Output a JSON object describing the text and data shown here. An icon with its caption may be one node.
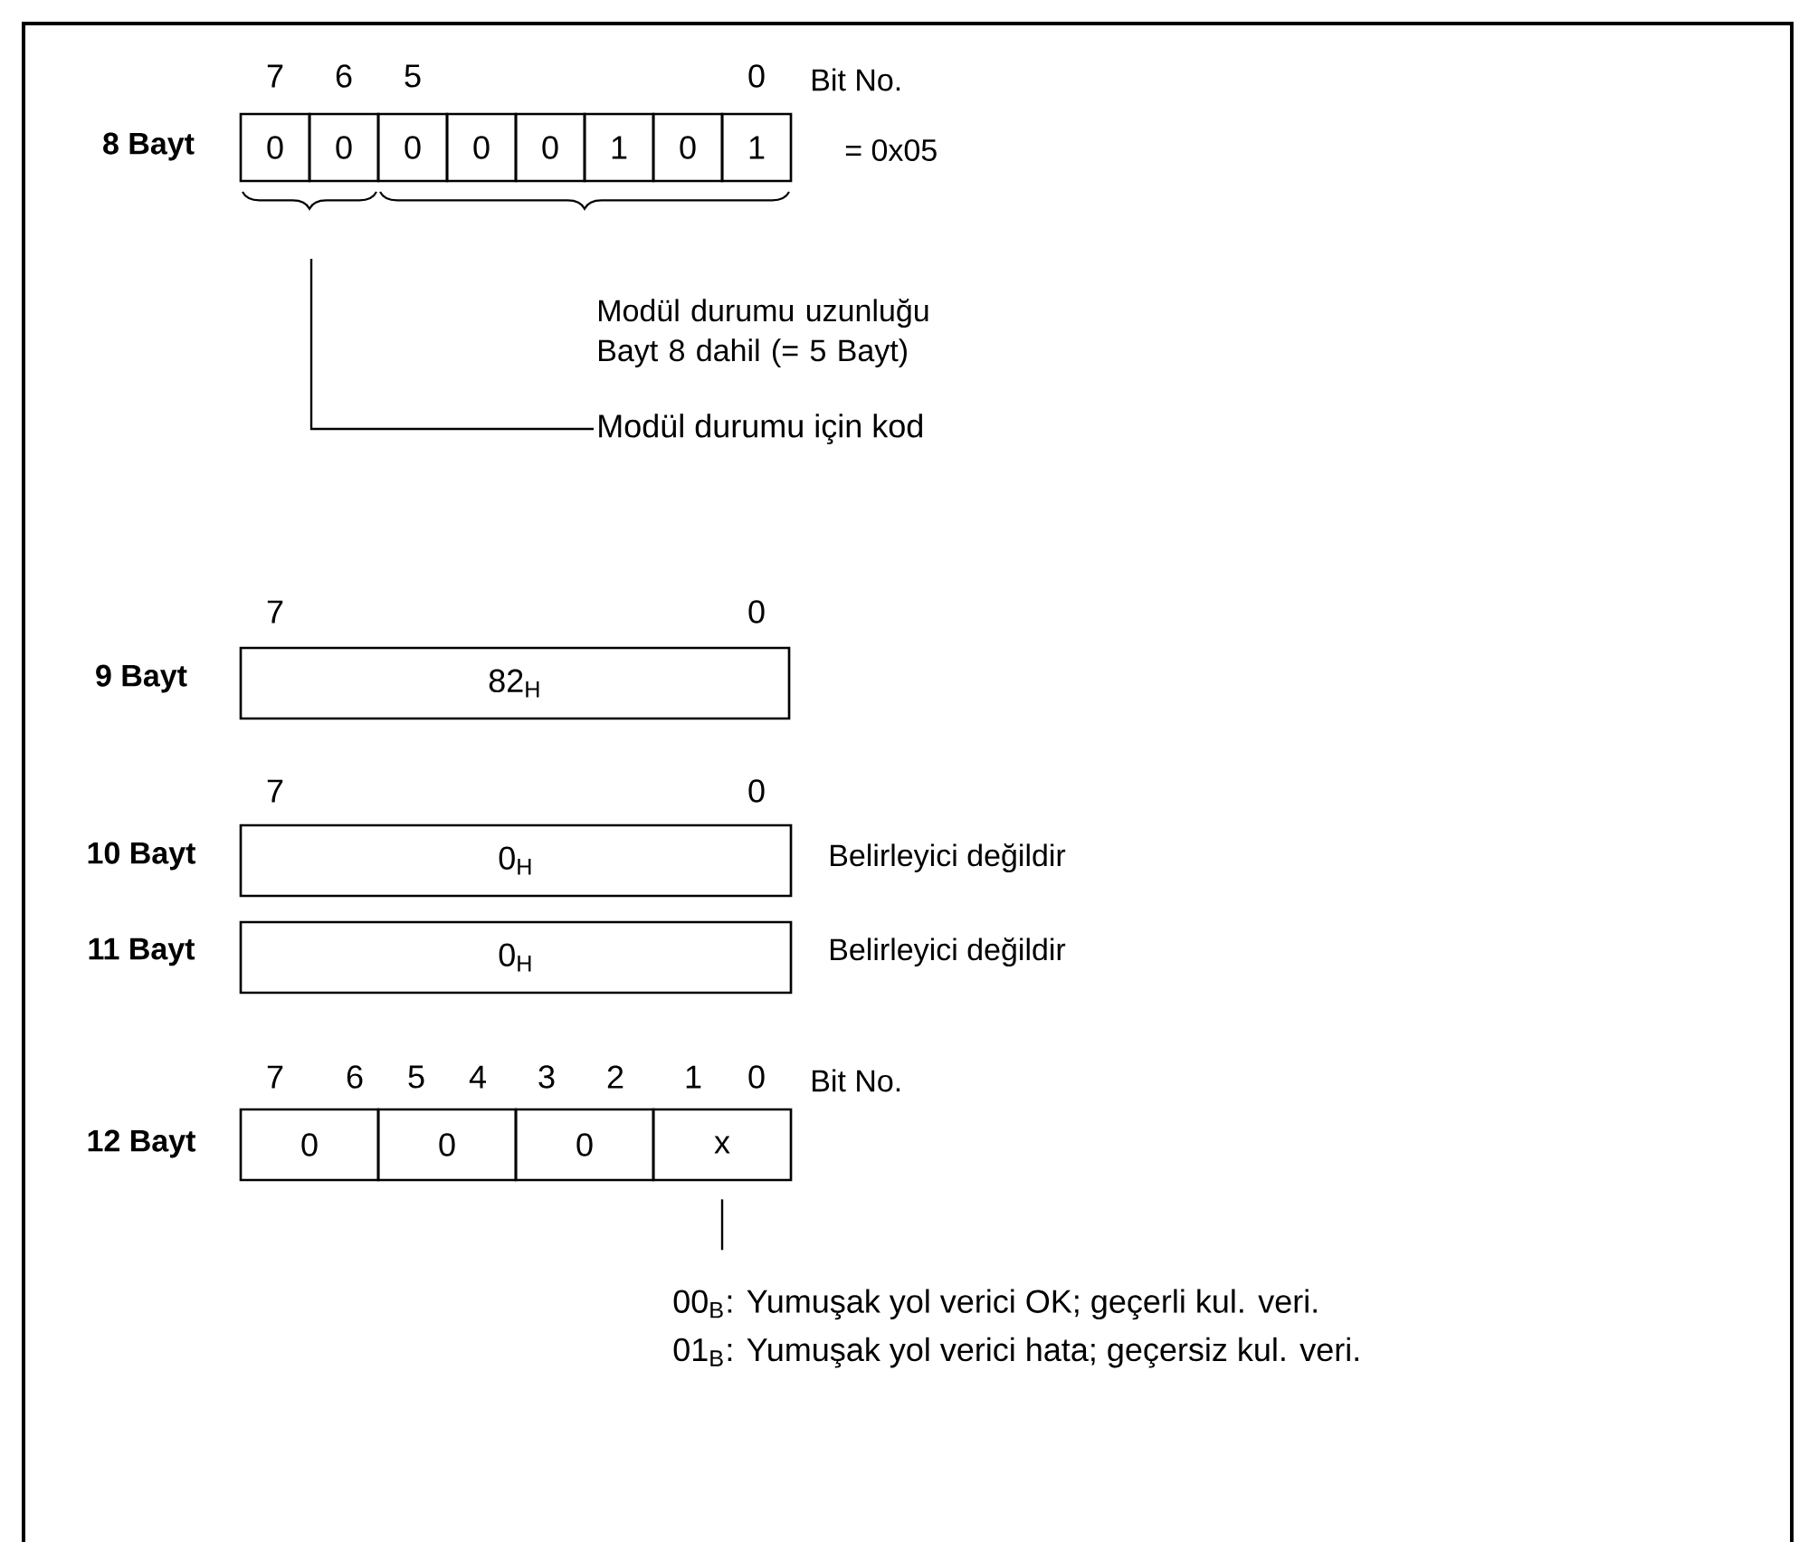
{
  "diagram": {
    "nodes": [
      {
        "text": [
          "0"
        ]
      },
      {
        "text": [
          "0"
        ]
      },
      {
        "text": [
          "0"
        ]
      },
      {
        "text": [
          "0"
        ]
      },
      {
        "text": [
          "0"
        ]
      },
      {
        "text": [
          "1"
        ]
      },
      {
        "text": [
          "0"
        ]
      },
      {
        "text": [
          "1"
        ]
      },
      {
        "text": [
          "82$_{H}$"
        ]
      },
      {
        "text": [
          "0$_{H}$"
        ],
        "beside": [
          "Belirleyici değildir"
        ]
      },
      {
        "text": [
          "0$_{H}$"
        ],
        "beside": [
          "Belirleyici değildir"
        ]
      },
      {
        "text": [
          "0"
        ]
      },
      {
        "text": [
          "0"
        ]
      },
      {
        "text": [
          "0"
        ]
      },
      {
        "text": [
          "x"
        ]
      },
      {
        "text": [
          "Modül durumu için kod"
        ]
      },
      {
        "text": [
          "00$_{B}$: Yumuşak yol verici OK; geçerli kul. veri.",
          "01$_{B}$: Yumuşak yol verici hata; geçersiz kul. veri."
        ]
      }
    ],
    "edges": [
      {
        "from": 15,
        "to": null,
        "arrow": "none"
      },
      {
        "from": 16,
        "to": 14,
        "arrow": "none"
      }
    ],
    "labels": [
      "7",
      "6",
      "5",
      "0",
      "Bit No.",
      "8 Bayt",
      "= 0x05",
      "Modül durumu uzunluğu Bayt 8 dahil (= 5 Bayt)",
      "7",
      "0",
      "9 Bayt",
      "7",
      "0",
      "10 Bayt",
      "11 Bayt",
      "7",
      "6",
      "5",
      "4",
      "3",
      "2",
      "1",
      "0",
      "Bit No.",
      "12 Bayt"
    ]
  }
}
